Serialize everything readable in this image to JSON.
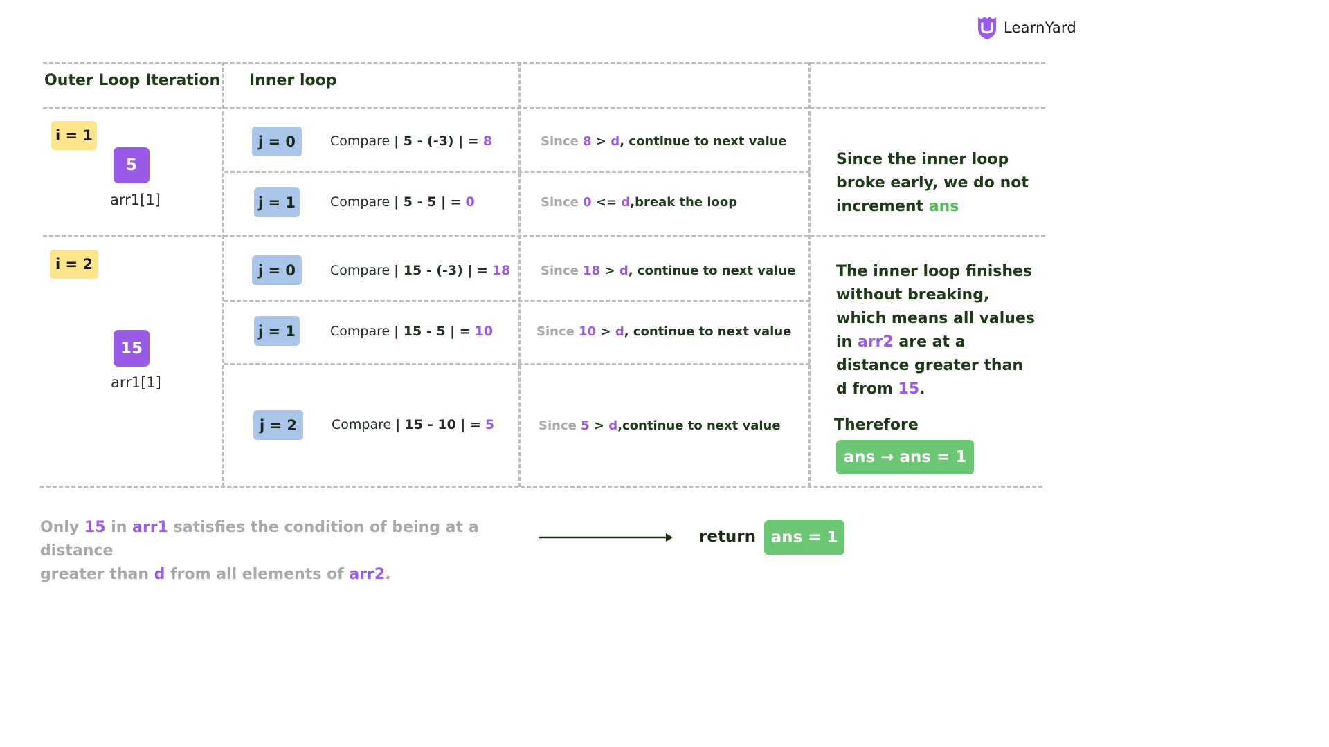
{
  "brand": {
    "name": "LearnYard",
    "icon": "shield-u-icon",
    "color": "#9a5ae6"
  },
  "headers": {
    "outer": "Outer Loop Iteration",
    "inner": "Inner loop"
  },
  "iterations": [
    {
      "i_label": "i = 1",
      "value": "5",
      "caption": "arr1[1]",
      "rows": [
        {
          "j_label": "j = 0",
          "compare_prefix": "Compare",
          "compare_expr": "| 5 - (-3) | =",
          "compare_result": "8",
          "since_lead": "Since",
          "since_val": "8",
          "since_op": ">",
          "since_d": "d",
          "since_tail": ", continue to next value"
        },
        {
          "j_label": "j = 1",
          "compare_prefix": "Compare",
          "compare_expr": "| 5 - 5 | =",
          "compare_result": "0",
          "since_lead": "Since",
          "since_val": "0",
          "since_op": "<=",
          "since_d": "d",
          "since_tail": ",break the loop"
        }
      ],
      "note": {
        "text": "Since the inner loop broke early, we do not increment",
        "highlight": "ans"
      }
    },
    {
      "i_label": "i = 2",
      "value": "15",
      "caption": "arr1[1]",
      "rows": [
        {
          "j_label": "j = 0",
          "compare_prefix": "Compare",
          "compare_expr": "| 15 - (-3) | =",
          "compare_result": "18",
          "since_lead": "Since",
          "since_val": "18",
          "since_op": ">",
          "since_d": "d",
          "since_tail": ", continue to next value"
        },
        {
          "j_label": "j = 1",
          "compare_prefix": "Compare",
          "compare_expr": "| 15 - 5 | =",
          "compare_result": "10",
          "since_lead": "Since",
          "since_val": "10",
          "since_op": ">",
          "since_d": "d",
          "since_tail": ", continue to next value"
        },
        {
          "j_label": "j = 2",
          "compare_prefix": "Compare",
          "compare_expr": "| 15 - 10 | =",
          "compare_result": "5",
          "since_lead": "Since",
          "since_val": "5",
          "since_op": ">",
          "since_d": "d",
          "since_tail": ",continue to next value"
        }
      ],
      "note": {
        "line1": "The inner loop finishes",
        "line2": "without breaking,",
        "line3": "which means all values",
        "line4_pre": "in",
        "line4_hl": "arr2",
        "line4_post": "are at a",
        "line5": "distance greater than",
        "line6_pre": "d from",
        "line6_hl": "15",
        "line6_post": ".",
        "therefore": "Therefore",
        "ans_update": "ans → ans = 1"
      }
    }
  ],
  "summary": {
    "p1": "Only",
    "v1": "15",
    "p2": "in",
    "v2": "arr1",
    "p3": "satisfies the condition of being at a distance",
    "p4": "greater than",
    "v3": "d",
    "p5": "from all elements of",
    "v4": "arr2",
    "p6": "."
  },
  "result": {
    "return_label": "return",
    "ans": "ans = 1"
  },
  "colors": {
    "purple": "#9a5ae6",
    "green": "#6cc774",
    "yellow": "#fce58a",
    "blue": "#a9c6ea",
    "grid": "#bdbdbd"
  }
}
